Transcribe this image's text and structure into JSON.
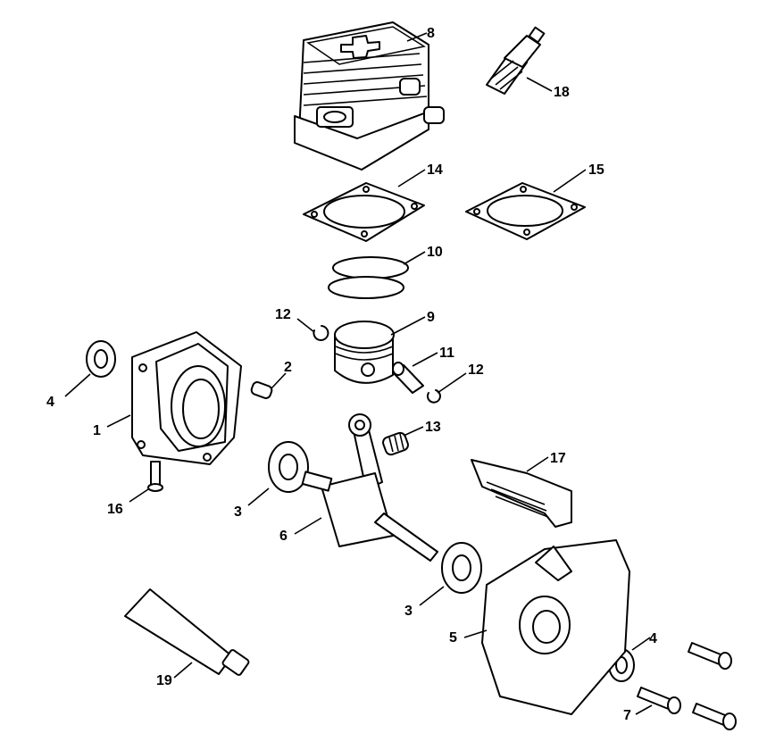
{
  "callouts": [
    {
      "id": "c8",
      "label": "8"
    },
    {
      "id": "c18",
      "label": "18"
    },
    {
      "id": "c14",
      "label": "14"
    },
    {
      "id": "c15",
      "label": "15"
    },
    {
      "id": "c10",
      "label": "10"
    },
    {
      "id": "c12a",
      "label": "12"
    },
    {
      "id": "c9",
      "label": "9"
    },
    {
      "id": "c4a",
      "label": "4"
    },
    {
      "id": "c2",
      "label": "2"
    },
    {
      "id": "c11",
      "label": "11"
    },
    {
      "id": "c12b",
      "label": "12"
    },
    {
      "id": "c1",
      "label": "1"
    },
    {
      "id": "c13",
      "label": "13"
    },
    {
      "id": "c17",
      "label": "17"
    },
    {
      "id": "c16",
      "label": "16"
    },
    {
      "id": "c3a",
      "label": "3"
    },
    {
      "id": "c6",
      "label": "6"
    },
    {
      "id": "c3b",
      "label": "3"
    },
    {
      "id": "c5",
      "label": "5"
    },
    {
      "id": "c4b",
      "label": "4"
    },
    {
      "id": "c19",
      "label": "19"
    },
    {
      "id": "c7",
      "label": "7"
    }
  ]
}
